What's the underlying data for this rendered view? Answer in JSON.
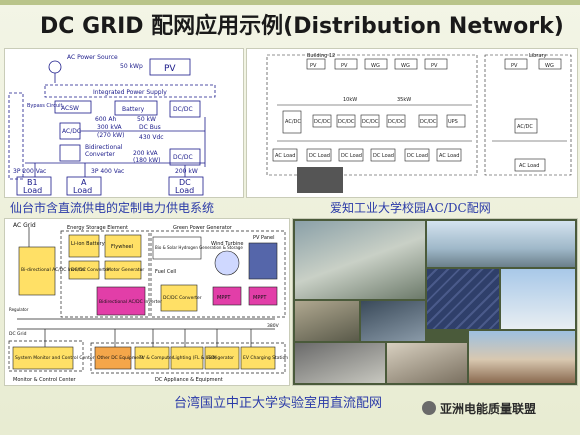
{
  "title": "DC GRID 配网应用示例(Distribution Network)",
  "captions": {
    "sendai": "仙台市含直流供电的定制电力供电系统",
    "aichi": "爱知工业大学校园AC/DC配网",
    "taiwan": "台湾国立中正大学实验室用直流配网"
  },
  "watermark": "亚洲电能质量联盟",
  "sendai_diagram": {
    "ac_power_source": "AC Power Source",
    "pv": "PV",
    "pv_kw": "50 kWp",
    "integrated_supply": "Integrated Power Supply",
    "bypass": "Bypass Circuit",
    "acsw": "ACSW",
    "battery": "Battery",
    "battery_ah": "600 Ah",
    "battery_kw": "50 kW",
    "ac_dc": "AC/DC",
    "kva300": "300 kVA",
    "kva270": "(270 kW)",
    "dc_bus": "DC Bus",
    "dc_bus_v": "430 Vdc",
    "bidir": "Bidirectional",
    "converter": "Converter",
    "kva200": "200 kVA",
    "kw180": "(180 kW)",
    "v3p200": "3P 200 Vac",
    "v3p400": "3P 400 Vac",
    "dcdc": "DC/DC",
    "kw200": "200 kW",
    "b1": "B1",
    "load": "Load",
    "a": "A",
    "dc": "DC"
  },
  "aichi_diagram": {
    "building": "Building 12",
    "library": "Library",
    "pv": "PV",
    "wg": "WG",
    "acdc": "AC/DC",
    "dcdc": "DC/DC",
    "ac_load": "AC Load",
    "dc_load": "DC Load",
    "ups": "UPS",
    "kw10": "10kW",
    "kw35": "35kW"
  },
  "taiwan_diagram": {
    "ac_grid": "AC Grid",
    "energy_storage": "Energy Storage Element",
    "green_power": "Green Power Generator",
    "li_ion": "Li-ion Battery",
    "flywheel": "Flywheel",
    "dcdc_conv": "DC/DC Converter",
    "motor_gen": "Motor Generator",
    "bio_solar": "Bio & Solar Hydrogen Generation & Storage",
    "wind_turbine": "Wind Turbine",
    "pv_panel": "PV Panel",
    "fuel_cell": "Fuel Cell",
    "bidir_inv": "Bi-directional AC/DC Inverter",
    "bidir_acdc": "Bidirectional AC/DC Inverter",
    "dcdc": "DC/DC Converter",
    "mppt": "MPPT",
    "system_monitor": "System Monitor and Control Center",
    "other_dc": "Other DC Equipment",
    "tv_computer": "TV & Computer",
    "lighting": "Lighting (FL & LED)",
    "refrigerator": "Refrigerator",
    "ev_charging": "EV Charging Station",
    "monitor_center": "Monitor & Control Center",
    "dc_appliance": "DC Appliance & Equipment",
    "dc_grid": "DC Grid",
    "regulator": "Regulator",
    "v380": "380V"
  },
  "colors": {
    "caption": "#2a3aa8",
    "yellow_block": "#ffe066",
    "magenta_block": "#e23ea8",
    "orange_block": "#f4a64a",
    "green_panel": "#4a7a2a"
  }
}
